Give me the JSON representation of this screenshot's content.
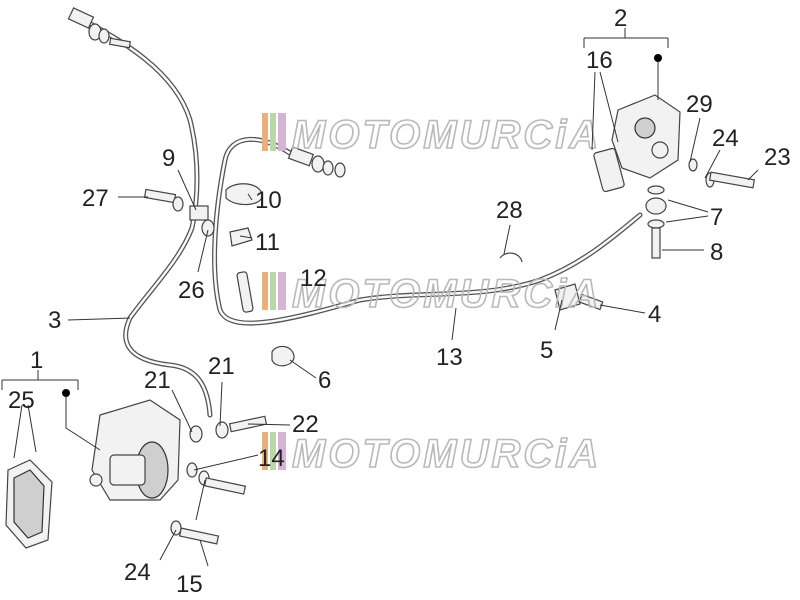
{
  "watermark": {
    "text": "MOTOMURCiA"
  },
  "callouts": {
    "c1": "1",
    "c2": "2",
    "c3": "3",
    "c4": "4",
    "c5": "5",
    "c6": "6",
    "c7": "7",
    "c8": "8",
    "c9": "9",
    "c10": "10",
    "c11": "11",
    "c12": "12",
    "c13": "13",
    "c14": "14",
    "c15": "15",
    "c16": "16",
    "c21a": "21",
    "c21b": "21",
    "c22": "22",
    "c23": "23",
    "c24a": "24",
    "c24b": "24",
    "c25": "25",
    "c26": "26",
    "c27": "27",
    "c28": "28",
    "c29": "29"
  }
}
